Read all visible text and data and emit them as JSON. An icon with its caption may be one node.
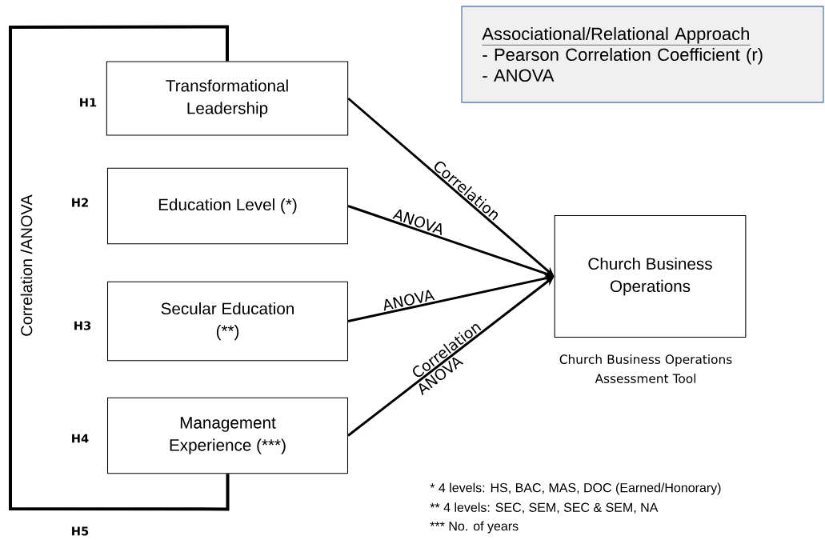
{
  "diagram": {
    "nodes": [
      {
        "text": [
          "Associational/Relational Approach",
          "- Pearson Correlation Coefficient (r)",
          "- ANOVA"
        ]
      },
      {
        "text": [
          "Transformational Leadership"
        ],
        "beside": [
          "H1"
        ]
      },
      {
        "text": [
          "Education Level (*)"
        ],
        "beside": [
          "H2"
        ]
      },
      {
        "text": [
          "Secular Education (**)"
        ],
        "beside": [
          "H3"
        ]
      },
      {
        "text": [
          "Management Experience (***)"
        ],
        "beside": [
          "H4"
        ]
      },
      {
        "text": [
          "Church Business Operations"
        ],
        "beside": [
          "Church Business Operations Assessment Tool"
        ]
      }
    ],
    "edges": [
      {
        "from": 1,
        "to": 5,
        "arrow": "to",
        "label": "Correlation"
      },
      {
        "from": 2,
        "to": 5,
        "arrow": "to",
        "label": "ANOVA"
      },
      {
        "from": 3,
        "to": 5,
        "arrow": "to",
        "label": "ANOVA"
      },
      {
        "from": 4,
        "to": 5,
        "arrow": "to",
        "label": "Correlation"
      },
      {
        "from": 1,
        "to": 4,
        "arrow": "none",
        "label": "Correlation /ANOVA"
      }
    ],
    "labels": [
      "ANOVA",
      "H5",
      "* 4 levels: HS, BAC, MAS, DOC (Earned/Honorary)",
      "** 4 levels: SEC, SEM, SEC & SEM, NA",
      "*** No. of years"
    ]
  }
}
